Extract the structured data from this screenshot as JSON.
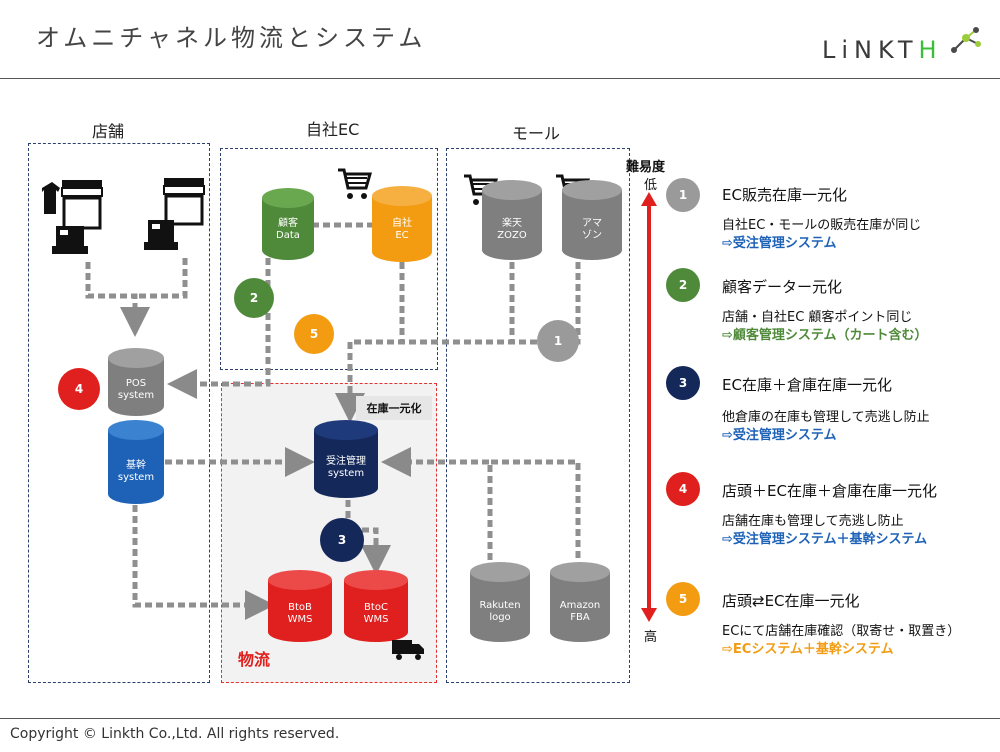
{
  "header": {
    "title": "オムニチャネル物流とシステム",
    "logo_main": "LiNKT",
    "logo_end": "H"
  },
  "sections": {
    "store": "店舗",
    "own_ec": "自社EC",
    "mall": "モール"
  },
  "nodes": {
    "customer_data": "顧客\nData",
    "own_ec": "自社\nEC",
    "rakuten_zozo": "楽天\nZOZO",
    "amazon": "アマ\nゾン",
    "pos": "POS\nsystem",
    "core": "基幹\nsystem",
    "order_mgmt": "受注管理\nsystem",
    "btob": "BtoB\nWMS",
    "btoc": "BtoC\nWMS",
    "rakuten_logo": "Rakuten\nlogo",
    "amazon_fba": "Amazon\nFBA"
  },
  "labels": {
    "stock_unify": "在庫一元化",
    "logistics": "物流"
  },
  "axis": {
    "difficulty": "難易度",
    "low": "低",
    "high": "高"
  },
  "legend": [
    {
      "num": "1",
      "title": "EC販売在庫一元化",
      "desc": "自社EC・モールの販売在庫が同じ",
      "sys": "⇨受注管理システム"
    },
    {
      "num": "2",
      "title": "顧客データー元化",
      "desc": "店舗・自社EC 顧客ポイント同じ",
      "sys": "⇨顧客管理システム（カート含む）"
    },
    {
      "num": "3",
      "title": "EC在庫＋倉庫在庫一元化",
      "desc": "他倉庫の在庫も管理して売逃し防止",
      "sys": "⇨受注管理システム"
    },
    {
      "num": "4",
      "title": "店頭＋EC在庫＋倉庫在庫一元化",
      "desc": "店舗在庫も管理して売逃し防止",
      "sys": "⇨受注管理システム＋基幹システム"
    },
    {
      "num": "5",
      "title": "店頭⇄EC在庫一元化",
      "desc": "ECにて店舗在庫確認（取寄せ・取置き）",
      "sys": "⇨ECシステム＋基幹システム"
    }
  ],
  "colors": {
    "c1": "#8c8c8c",
    "c2": "#4f8a3a",
    "c3": "#14285a",
    "c4": "#e0201e",
    "c5": "#f39c12",
    "sys_blue": "#1e62b8",
    "sys_green": "#4f8a3a",
    "sys_orange": "#f39c12"
  },
  "footer": "Copyright © Linkth Co.,Ltd. All rights reserved."
}
